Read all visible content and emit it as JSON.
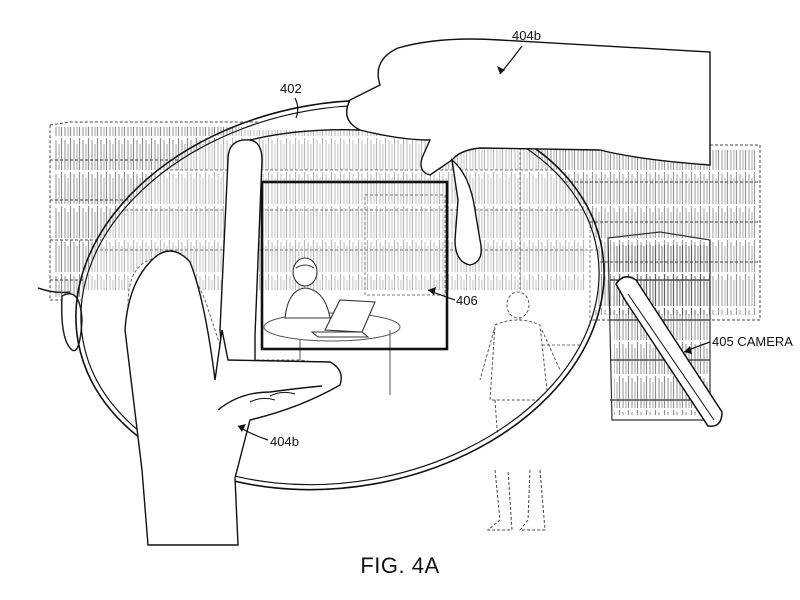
{
  "figure": {
    "caption": "FIG. 4A",
    "labels": {
      "lens": "402",
      "hand_top": "404b",
      "hand_bottom": "404b",
      "frame": "406",
      "camera": "405 CAMERA"
    }
  }
}
